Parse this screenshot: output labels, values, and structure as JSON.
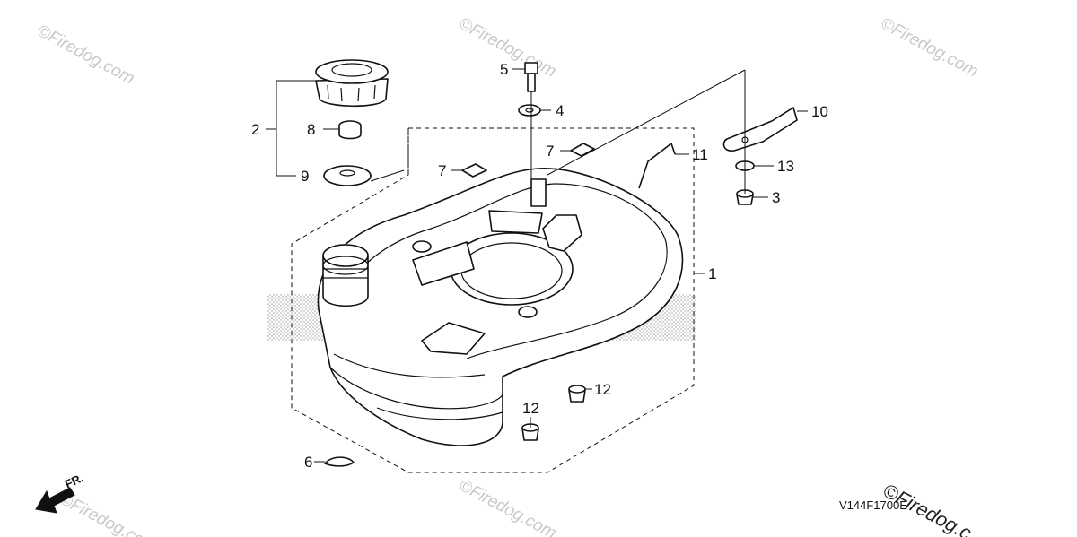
{
  "callouts": {
    "c1": "1",
    "c2": "2",
    "c3": "3",
    "c4": "4",
    "c5": "5",
    "c6": "6",
    "c7a": "7",
    "c7b": "7",
    "c8": "8",
    "c9": "9",
    "c10": "10",
    "c11": "11",
    "c12a": "12",
    "c12b": "12",
    "c13": "13"
  },
  "figure_code": "V144F1700E",
  "direction_label": "FR.",
  "watermarks": {
    "w1": "©Firedog.com",
    "w2": "©Firedog.com",
    "w3": "©Firedog.com",
    "w4": "©Firedog.com",
    "w5": "©Firedog.com",
    "w6": "©Firedog.c"
  },
  "colors": {
    "ink": "#111111",
    "watermark": "#c9c9c9",
    "halftone": "#9a9a9a"
  }
}
